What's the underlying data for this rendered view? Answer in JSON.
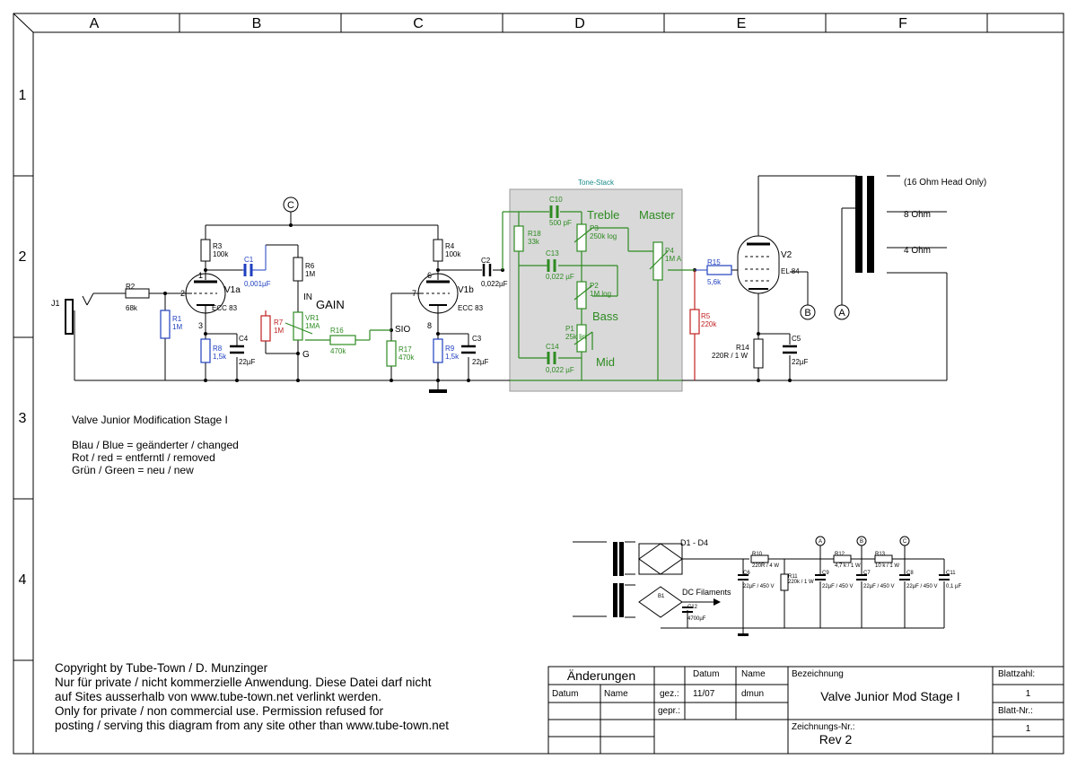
{
  "columns": [
    "A",
    "B",
    "C",
    "D",
    "E",
    "F"
  ],
  "rows": [
    "1",
    "2",
    "3",
    "4"
  ],
  "tone_stack": {
    "title": "Tone-Stack",
    "treble": "Treble",
    "master": "Master",
    "bass": "Bass",
    "mid": "Mid"
  },
  "gain_label": "GAIN",
  "components": {
    "J1": "J1",
    "R1": [
      "R1",
      "1M"
    ],
    "R2": [
      "R2",
      "68k"
    ],
    "R3": [
      "R3",
      "100k"
    ],
    "R4": [
      "R4",
      "100k"
    ],
    "R5": [
      "R5",
      "220k"
    ],
    "R6": [
      "R6",
      "1M"
    ],
    "R7": [
      "R7",
      "1M"
    ],
    "R8": [
      "R8",
      "1,5k"
    ],
    "R9": [
      "R9",
      "1,5k"
    ],
    "R14": [
      "R14",
      "220R / 1 W"
    ],
    "R15": [
      "R15",
      "5,6k"
    ],
    "R16": [
      "R16",
      "470k"
    ],
    "R17": [
      "R17",
      "470k"
    ],
    "R18": [
      "R18",
      "33k"
    ],
    "C1": [
      "C1",
      "0,001µF"
    ],
    "C2": [
      "C2",
      "0,022µF"
    ],
    "C3": [
      "C3",
      "22µF"
    ],
    "C4": [
      "C4",
      "22µF"
    ],
    "C5": [
      "C5",
      "22µF"
    ],
    "C10": [
      "C10",
      "500 pF"
    ],
    "C13": [
      "C13",
      "0,022 µF"
    ],
    "C14": [
      "C14",
      "0,022 µF"
    ],
    "P1": [
      "P1",
      "25k lin"
    ],
    "P2": [
      "P2",
      "1M log"
    ],
    "P3": [
      "P3",
      "250k log"
    ],
    "P4": [
      "P4",
      "1M A"
    ],
    "VR1": [
      "VR1",
      "1MA"
    ],
    "V1a": [
      "V1a",
      "ECC 83"
    ],
    "V1b": [
      "V1b",
      "ECC 83"
    ],
    "V2": [
      "V2",
      "EL 84"
    ],
    "pins": [
      "1",
      "2",
      "3",
      "6",
      "7",
      "8"
    ],
    "IN": "IN",
    "G": "G",
    "SIO": "SIO"
  },
  "markers": [
    "C",
    "B",
    "A",
    "A",
    "B",
    "C"
  ],
  "transformer_taps": [
    "(16 Ohm Head Only)",
    "8 Ohm",
    "4 Ohm"
  ],
  "power_supply": {
    "bridge": "D1 - D4",
    "filaments": "DC Filaments",
    "b1": "B1",
    "parts": [
      [
        "R10",
        "220R / 4 W"
      ],
      [
        "R11",
        "220k / 1 W"
      ],
      [
        "R12",
        "4,7 k / 1 W"
      ],
      [
        "R13",
        "10 k / 1 W"
      ],
      [
        "C6",
        "22µF / 450 V"
      ],
      [
        "C9",
        "22µF / 450 V"
      ],
      [
        "C7",
        "22µF / 450 V"
      ],
      [
        "C8",
        "22µF / 450 V"
      ],
      [
        "C11",
        "0,1 µF"
      ],
      [
        "C12",
        "4700µF"
      ]
    ]
  },
  "notes": {
    "title": "Valve Junior Modification Stage I",
    "legend": [
      "Blau / Blue = geänderter / changed",
      "Rot / red = entferntl / removed",
      "Grün / Green = neu / new"
    ]
  },
  "copyright": [
    "Copyright by Tube-Town / D. Munzinger",
    "Nur für private / nicht kommerzielle Anwendung. Diese Datei darf nicht",
    "auf Sites ausserhalb von www.tube-town.net verlinkt werden.",
    "Only for private / non commercial use. Permission refused for",
    "posting / serving this diagram from any site other than www.tube-town.net"
  ],
  "title_block": {
    "changes": "Änderungen",
    "datum": "Datum",
    "name": "Name",
    "gez": "gez.:",
    "gez_date": "11/07",
    "gez_name": "dmun",
    "gepr": "gepr.:",
    "bezeichnung": "Bezeichnung",
    "title": "Valve Junior Mod Stage I",
    "zeichnungs_nr": "Zeichnungs-Nr.:",
    "rev": "Rev 2",
    "blattzahl": "Blattzahl:",
    "blattzahl_val": "1",
    "blatt_nr": "Blatt-Nr.:",
    "blatt_nr_val": "1"
  },
  "colors": {
    "blue": "#1f3fbf",
    "red": "#c02020",
    "green": "#2e8b22",
    "tonestack_bg": "#d9d9d9"
  }
}
